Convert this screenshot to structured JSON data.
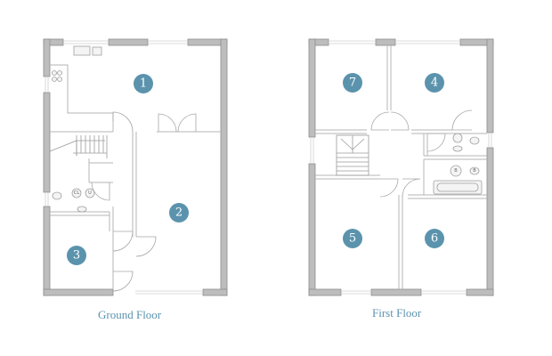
{
  "floors": [
    {
      "label": "Ground Floor",
      "rooms": [
        {
          "number": "1"
        },
        {
          "number": "2"
        },
        {
          "number": "3"
        }
      ]
    },
    {
      "label": "First Floor",
      "rooms": [
        {
          "number": "7"
        },
        {
          "number": "4"
        },
        {
          "number": "5"
        },
        {
          "number": "6"
        }
      ]
    }
  ],
  "appliances": {
    "ground_wc_a": "CL",
    "ground_wc_b": "U",
    "first_bath_a": "B",
    "first_bath_b": "B"
  },
  "colors": {
    "accent": "#5b93ad",
    "wall": "#bdbdbd"
  }
}
